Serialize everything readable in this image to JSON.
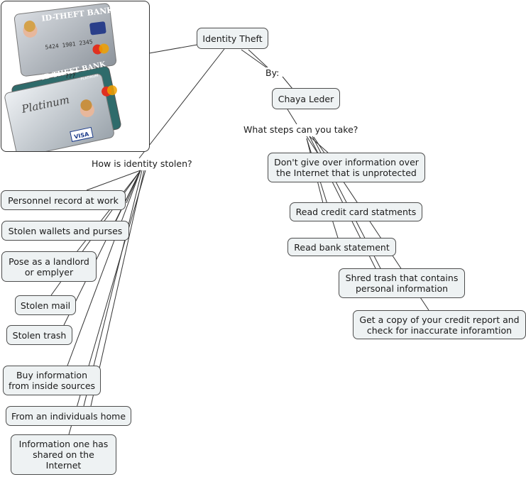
{
  "root": {
    "label": "Identity Theft"
  },
  "links": {
    "by": "By:",
    "steps": "What steps can you take?",
    "how": "How is identity stolen?"
  },
  "author": {
    "label": "Chaya Leder"
  },
  "steps": [
    "Don't give over information over\nthe Internet that is unprotected",
    "Read credit card statments",
    "Read bank statement",
    "Shred trash that contains\npersonal information",
    "Get a copy of your credit report and\ncheck for inaccurate inforamtion"
  ],
  "ways": [
    "Personnel record at work",
    "Stolen wallets and purses",
    "Pose as a landlord\nor emplyer",
    "Stolen mail",
    "Stolen trash",
    "Buy information\nfrom inside sources",
    "From an individuals home",
    "Information one has\nshared on the\nInternet"
  ],
  "image": {
    "card1_bank": "ID-THEFT BANK",
    "card1_number": "5424 1901 2345",
    "card2_bank": "ID-THEFT BANK",
    "card2_tier": "PLATINUM",
    "card2_script": "Platinum",
    "brand1": "MasterCard",
    "brand2": "VISA",
    "qmarks": "???"
  }
}
